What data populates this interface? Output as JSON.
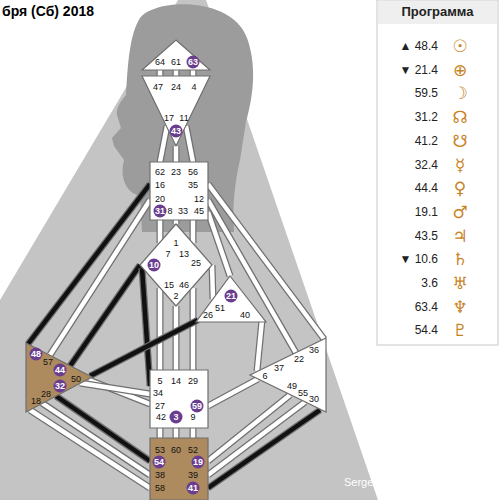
{
  "diagram": {
    "title": "бря (Сб) 2018",
    "nodes": [
      {
        "text": [
          "64",
          "61",
          "63"
        ]
      },
      {
        "text": [
          "47",
          "24",
          "4",
          "17",
          "11",
          "43"
        ]
      },
      {
        "text": [
          "62",
          "23",
          "56",
          "16",
          "35",
          "20",
          "12",
          "31",
          "8",
          "33",
          "45"
        ]
      },
      {
        "text": [
          "1",
          "7",
          "13",
          "25",
          "10",
          "15",
          "46",
          "2"
        ]
      },
      {
        "text": [
          "21",
          "51",
          "26",
          "40"
        ]
      },
      {
        "text": [
          "48",
          "57",
          "44",
          "50",
          "32",
          "28",
          "18"
        ]
      },
      {
        "text": [
          "36",
          "22",
          "37",
          "6",
          "49",
          "55",
          "30"
        ]
      },
      {
        "text": [
          "5",
          "14",
          "29",
          "34",
          "27",
          "59",
          "42",
          "3",
          "9"
        ]
      },
      {
        "text": [
          "53",
          "60",
          "52",
          "54",
          "19",
          "38",
          "39",
          "58",
          "41"
        ]
      }
    ],
    "edges": [
      {
        "from": 0,
        "to": 1,
        "arrow": "none"
      },
      {
        "from": 0,
        "to": 1,
        "arrow": "none"
      },
      {
        "from": 0,
        "to": 1,
        "arrow": "none"
      },
      {
        "from": 1,
        "to": 2,
        "arrow": "none"
      },
      {
        "from": 1,
        "to": 2,
        "arrow": "none"
      },
      {
        "from": 1,
        "to": 2,
        "arrow": "none"
      },
      {
        "from": 2,
        "to": 3,
        "arrow": "none"
      },
      {
        "from": 2,
        "to": 3,
        "arrow": "none"
      },
      {
        "from": 2,
        "to": 3,
        "arrow": "none"
      },
      {
        "from": 2,
        "to": 4,
        "arrow": "none"
      },
      {
        "from": 2,
        "to": 5,
        "arrow": "none"
      },
      {
        "from": 2,
        "to": 5,
        "arrow": "none"
      },
      {
        "from": 2,
        "to": 6,
        "arrow": "none"
      },
      {
        "from": 2,
        "to": 6,
        "arrow": "none"
      },
      {
        "from": 3,
        "to": 7,
        "arrow": "none"
      },
      {
        "from": 3,
        "to": 7,
        "arrow": "none"
      },
      {
        "from": 3,
        "to": 7,
        "arrow": "none"
      },
      {
        "from": 3,
        "to": 4,
        "arrow": "none"
      },
      {
        "from": 3,
        "to": 5,
        "arrow": "none"
      },
      {
        "from": 3,
        "to": 7,
        "arrow": "none"
      },
      {
        "from": 4,
        "to": 5,
        "arrow": "none"
      },
      {
        "from": 4,
        "to": 6,
        "arrow": "none"
      },
      {
        "from": 5,
        "to": 7,
        "arrow": "none"
      },
      {
        "from": 5,
        "to": 7,
        "arrow": "none"
      },
      {
        "from": 7,
        "to": 6,
        "arrow": "none"
      },
      {
        "from": 7,
        "to": 8,
        "arrow": "none"
      },
      {
        "from": 7,
        "to": 8,
        "arrow": "none"
      },
      {
        "from": 7,
        "to": 8,
        "arrow": "none"
      },
      {
        "from": 5,
        "to": 8,
        "arrow": "none"
      },
      {
        "from": 5,
        "to": 8,
        "arrow": "none"
      },
      {
        "from": 5,
        "to": 8,
        "arrow": "none"
      },
      {
        "from": 6,
        "to": 8,
        "arrow": "none"
      },
      {
        "from": 6,
        "to": 8,
        "arrow": "none"
      },
      {
        "from": 6,
        "to": 8,
        "arrow": "none"
      }
    ],
    "labels": [
      "Программа",
      "▲ 48.4",
      "☉",
      "▼ 21.4",
      "⊕",
      "59.5",
      "☽",
      "31.2",
      "☊",
      "41.2",
      "☋",
      "32.4",
      "☿",
      "44.4",
      "♀",
      "19.1",
      "♂",
      "43.5",
      "♃",
      "▼ 10.6",
      "♄",
      "3.6",
      "♅",
      "63.4",
      "♆",
      "54.4",
      "♇",
      "Sergei Maviatov © 2018"
    ]
  }
}
